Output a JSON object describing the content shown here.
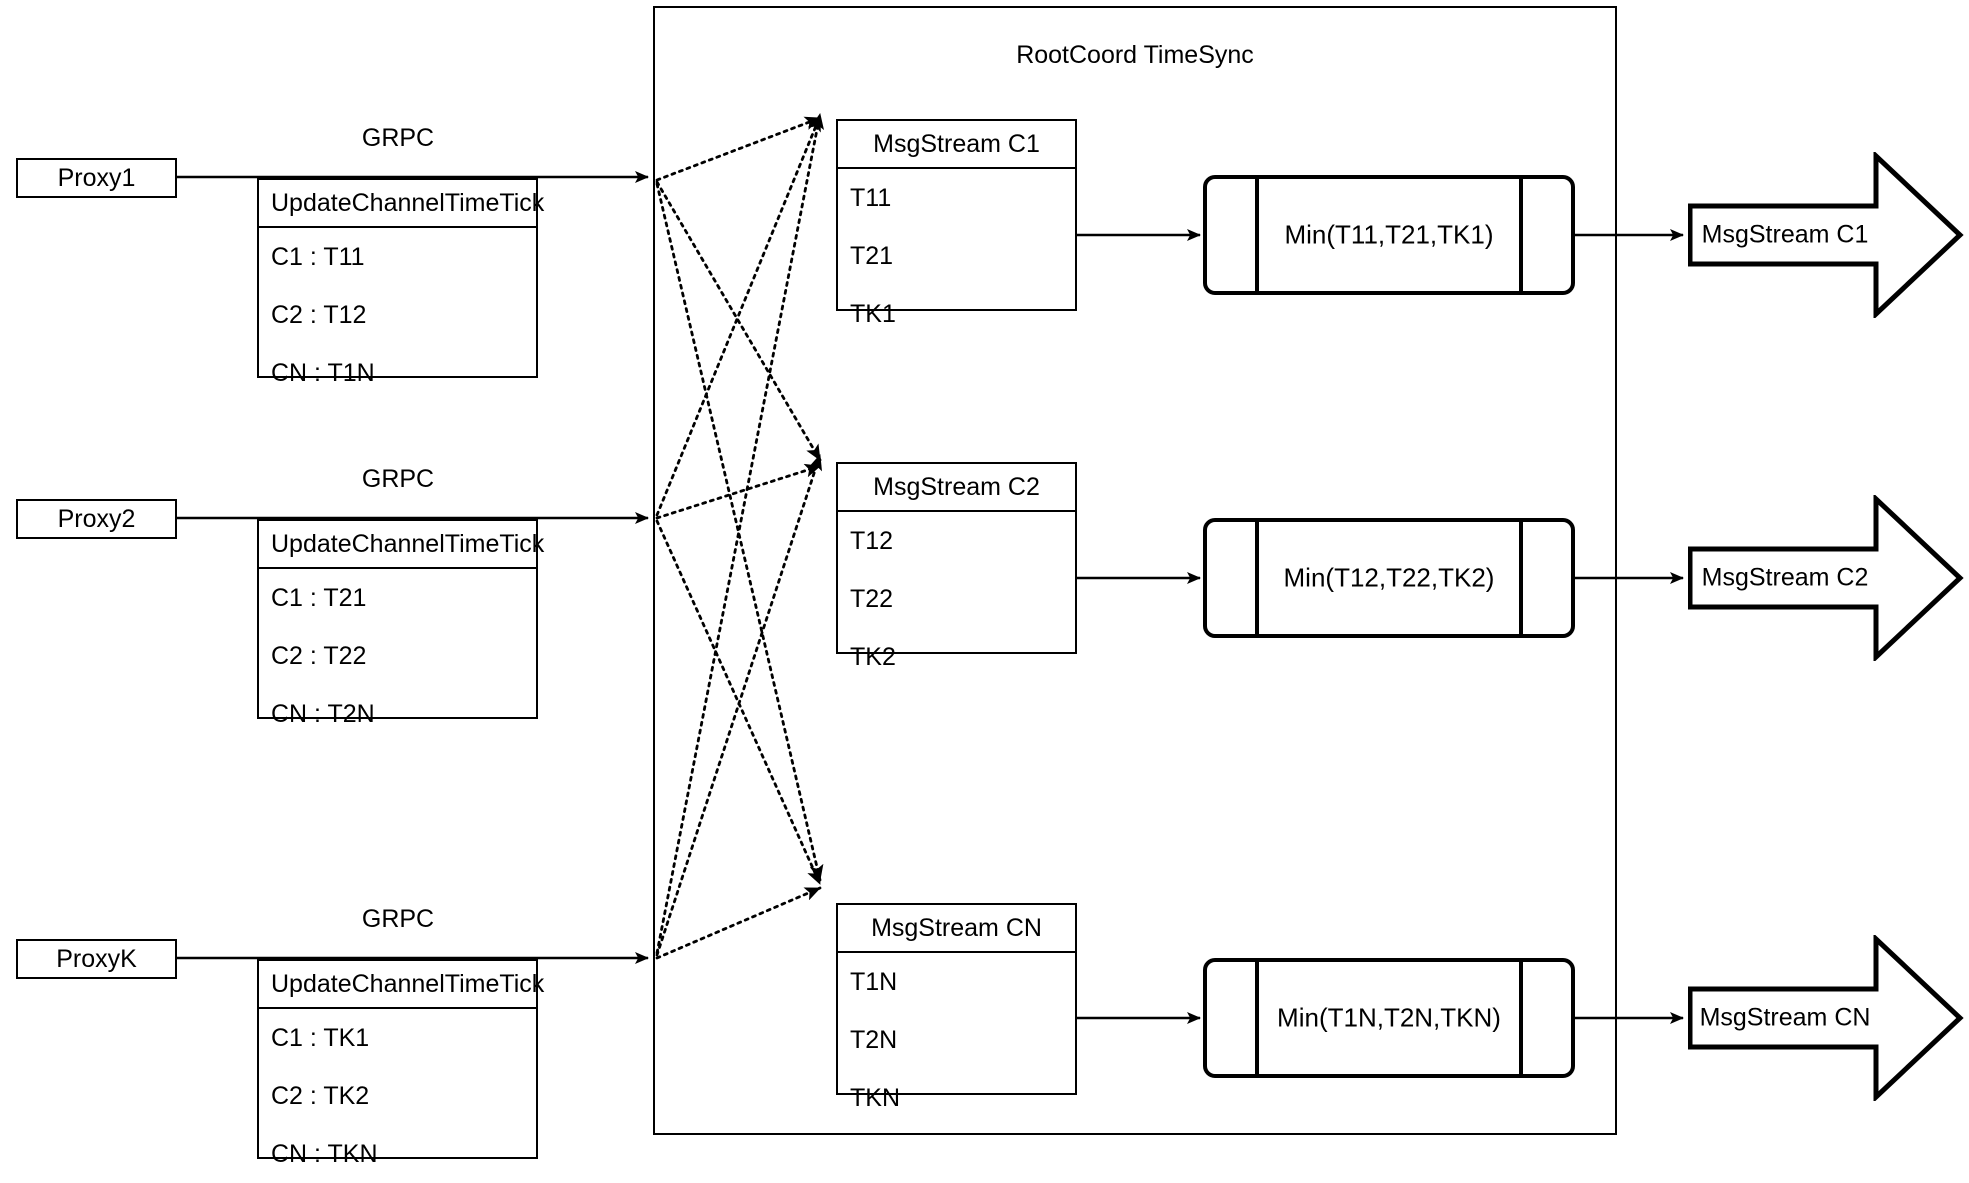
{
  "diagram": {
    "title": "RootCoord TimeSync",
    "group_label": "RootCoord TimeSync"
  },
  "proxies": [
    {
      "name": "Proxy1",
      "link_label": "GRPC",
      "request": {
        "title": "UpdateChannelTimeTick",
        "rows": [
          "C1 :  T11",
          "C2 :  T12",
          "CN : T1N"
        ]
      }
    },
    {
      "name": "Proxy2",
      "link_label": "GRPC",
      "request": {
        "title": "UpdateChannelTimeTick",
        "rows": [
          "C1 :  T21",
          "C2 :  T22",
          "CN : T2N"
        ]
      }
    },
    {
      "name": "ProxyK",
      "link_label": "GRPC",
      "request": {
        "title": "UpdateChannelTimeTick",
        "rows": [
          "C1 :  TK1",
          "C2 :  TK2",
          "CN : TKN"
        ]
      }
    }
  ],
  "channels": [
    {
      "stream": {
        "title": "MsgStream C1",
        "rows": [
          "T11",
          "T21",
          "TK1"
        ]
      },
      "reduce_label": "Min(T11,T21,TK1)",
      "output_label": "MsgStream C1"
    },
    {
      "stream": {
        "title": "MsgStream C2",
        "rows": [
          "T12",
          "T22",
          "TK2"
        ]
      },
      "reduce_label": "Min(T12,T22,TK2)",
      "output_label": "MsgStream C2"
    },
    {
      "stream": {
        "title": "MsgStream CN",
        "rows": [
          "T1N",
          "T2N",
          "TKN"
        ]
      },
      "reduce_label": "Min(T1N,T2N,TKN)",
      "output_label": "MsgStream CN"
    }
  ],
  "colors": {
    "stroke": "#000000",
    "background": "#ffffff"
  }
}
